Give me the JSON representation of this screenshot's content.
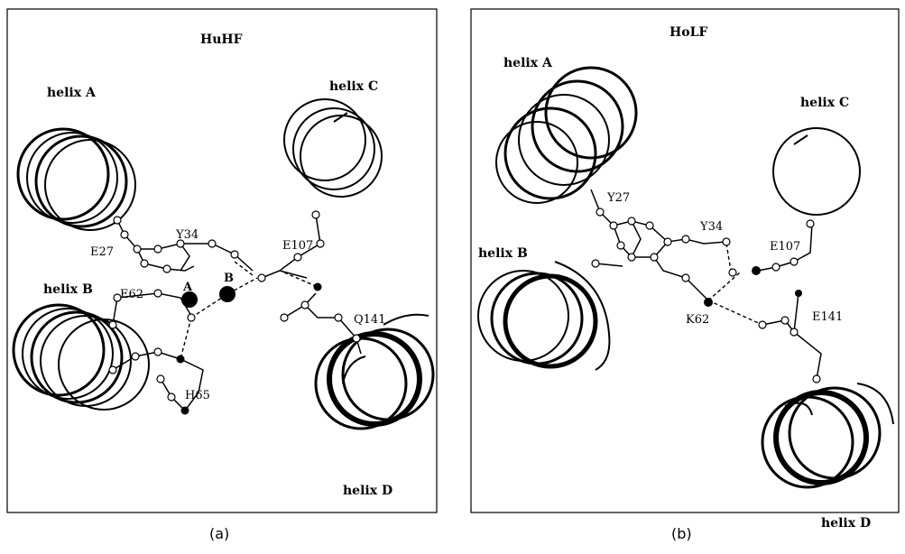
{
  "panels": [
    {
      "title": "HuHF",
      "caption": "(a)",
      "helices": [
        "helix A",
        "helix B",
        "helix C",
        "helix D"
      ],
      "residues": [
        "E27",
        "Y34",
        "E62",
        "E107",
        "Q141",
        "H65"
      ],
      "sites": [
        "A",
        "B"
      ]
    },
    {
      "title": "HoLF",
      "caption": "(b)",
      "helices": [
        "helix A",
        "helix B",
        "helix C",
        "helix D"
      ],
      "residues": [
        "Y27",
        "Y34",
        "E107",
        "K62",
        "E141"
      ]
    }
  ]
}
